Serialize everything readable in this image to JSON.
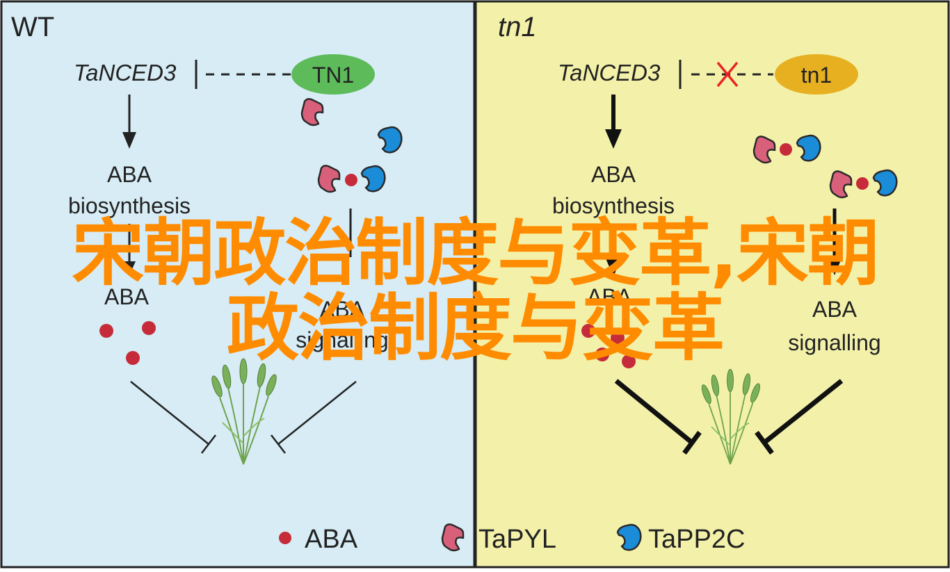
{
  "panels": {
    "wt": {
      "title": "WT",
      "gene": "TaNCED3",
      "tn": "TN1",
      "biosynthesis_line1": "ABA",
      "biosynthesis_line2": "biosynthesis",
      "aba": "ABA",
      "signalling_line1": "ABA",
      "signalling_line2": "signalling",
      "bg_color": "#d7ecf5",
      "tn_color": "#5dbb5a"
    },
    "tn1": {
      "title": "tn1",
      "gene": "TaNCED3",
      "tn": "tn1",
      "biosynthesis_line1": "ABA",
      "biosynthesis_line2": "biosynthesis",
      "aba": "ABA",
      "signalling_line1": "ABA",
      "signalling_line2": "signalling",
      "bg_color": "#f3f1a9",
      "tn_color": "#e6b020"
    }
  },
  "legend": {
    "aba": "ABA",
    "pyl": "TaPYL",
    "pp2c": "TaPP2C"
  },
  "colors": {
    "aba_dot": "#c62b3a",
    "pyl": "#d9607a",
    "pp2c": "#1a8cd8",
    "block_x": "#e82424",
    "overlay_text": "#ff8c00",
    "plant": "#6ea34d"
  },
  "overlay": {
    "line1": "宋朝政治制度与变革,宋朝",
    "line2": "政治制度与变革"
  }
}
